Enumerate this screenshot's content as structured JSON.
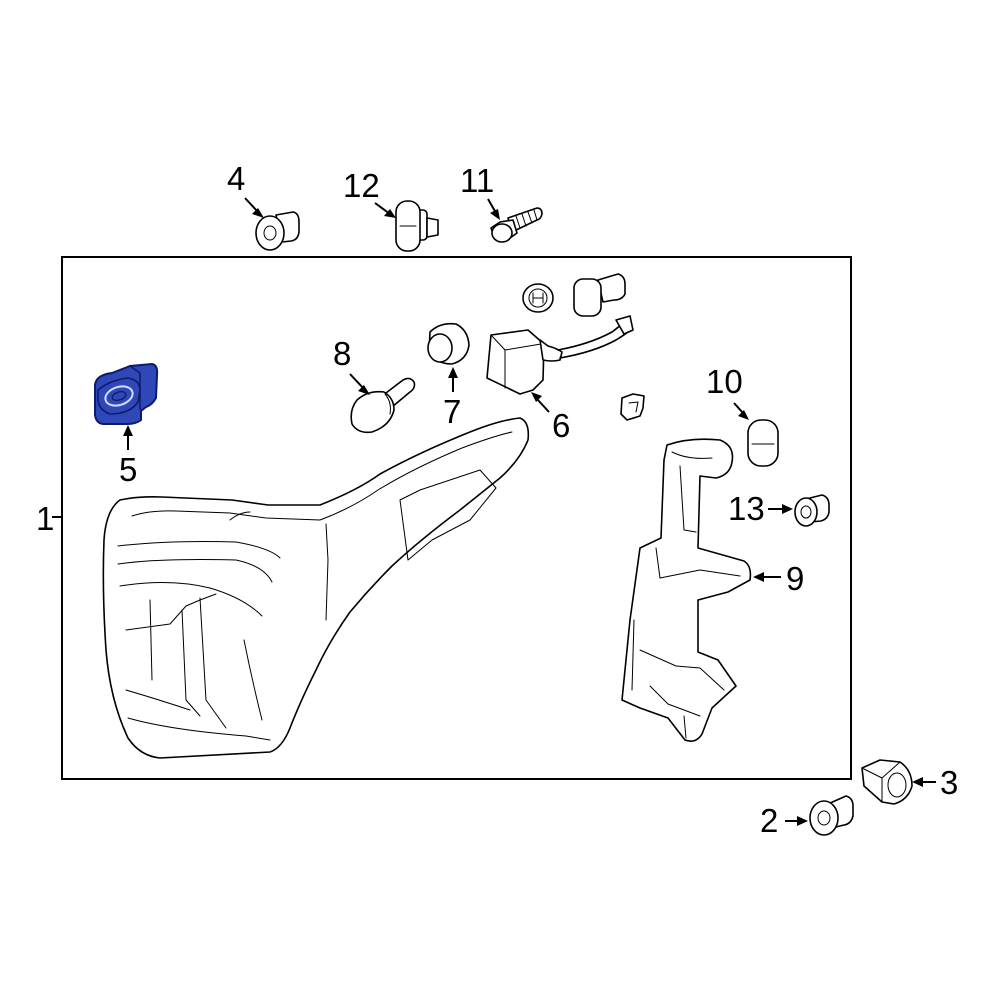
{
  "callouts": {
    "c1": "1",
    "c2": "2",
    "c3": "3",
    "c4": "4",
    "c5": "5",
    "c6": "6",
    "c7": "7",
    "c8": "8",
    "c9": "9",
    "c10": "10",
    "c11": "11",
    "c12": "12",
    "c13": "13"
  },
  "colors": {
    "highlight": "#2f47b8",
    "highlight_stroke": "#0d1c6a",
    "line": "#000000",
    "background": "#ffffff"
  },
  "highlighted_part": "5"
}
